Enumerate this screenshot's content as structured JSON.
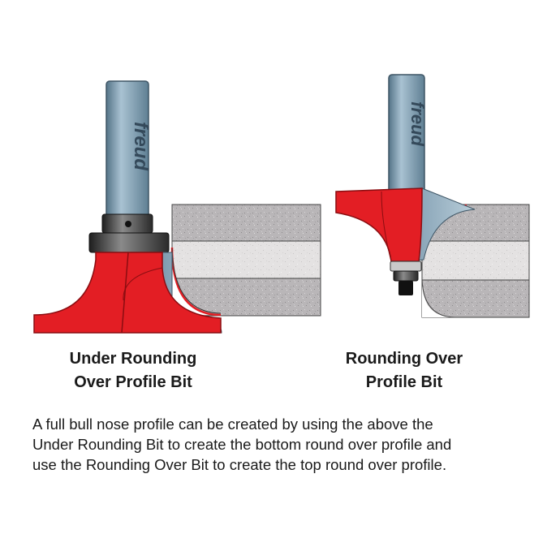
{
  "brand": {
    "logo_text": "freud",
    "accent": "#e31e24",
    "shank": "#7d9db2",
    "bearing": "#2b2b2b"
  },
  "left_bit": {
    "caption_lines": [
      "Under Rounding",
      "Over Profile Bit"
    ]
  },
  "right_bit": {
    "caption_lines": [
      "Rounding Over",
      "Profile Bit"
    ]
  },
  "description_lines": [
    "A full bull nose profile can be created by using the above the",
    "Under Rounding Bit to create the bottom round over profile and",
    "use the Rounding Over Bit to create the top round over profile."
  ]
}
